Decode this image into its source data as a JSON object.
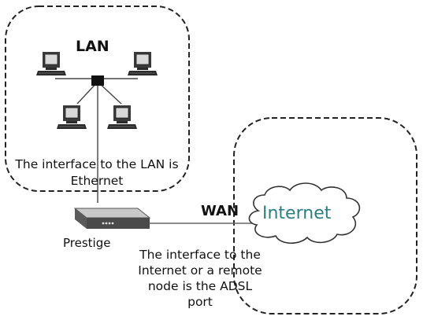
{
  "lan": {
    "title": "LAN",
    "note": "The interface to the LAN is Ethernet"
  },
  "wan": {
    "title": "WAN"
  },
  "cloud": {
    "label": "Internet",
    "label_color": "#2a7f7f"
  },
  "router": {
    "label": "Prestige"
  },
  "internet_note": "The interface to the Internet or a remote node is the ADSL port",
  "icons": {
    "computer": "computer-icon",
    "hub": "hub-icon",
    "router": "router-icon",
    "cloud": "cloud-shape"
  }
}
